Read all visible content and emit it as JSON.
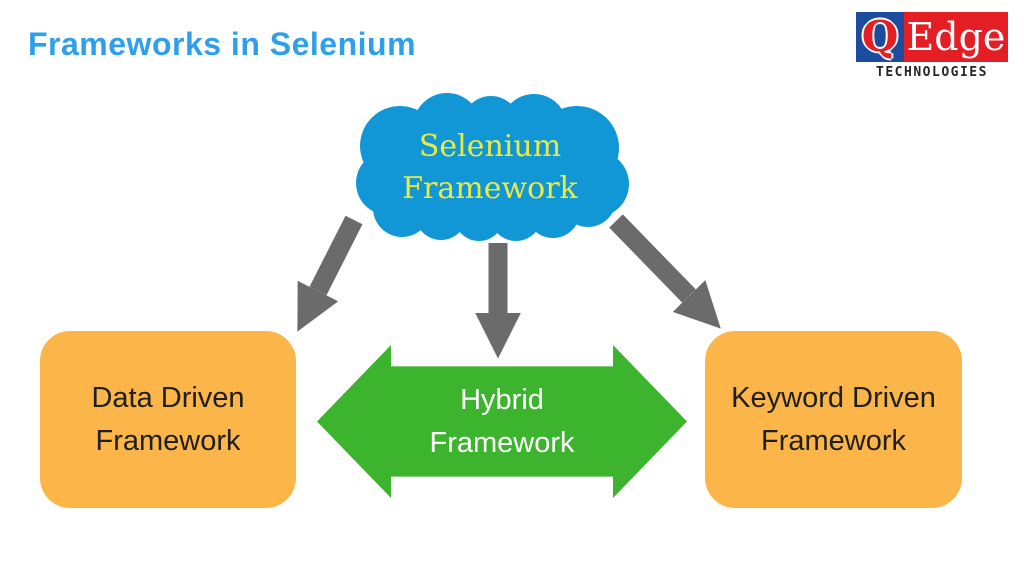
{
  "title": "Frameworks in Selenium",
  "logo": {
    "q": "Q",
    "brand": "Edge",
    "tagline": "TECHNOLOGIES"
  },
  "diagram": {
    "cloud": {
      "line1": "Selenium",
      "line2": "Framework"
    },
    "boxes": [
      {
        "id": "data-driven",
        "line1": "Data Driven",
        "line2": "Framework"
      },
      {
        "id": "hybrid",
        "line1": "Hybrid",
        "line2": "Framework"
      },
      {
        "id": "keyword-driven",
        "line1": "Keyword Driven",
        "line2": "Framework"
      }
    ]
  },
  "colors": {
    "title_blue": "#2e9fe8",
    "cloud_blue": "#1297d6",
    "cloud_text_yellow": "#ede93f",
    "arrow_gray": "#6b6b6b",
    "box_orange": "#fbb549",
    "hybrid_green": "#3db42d",
    "box_text": "#1f1f1f",
    "logo_blue": "#1d4b9e",
    "logo_red": "#e31e25",
    "logo_tagline_dark": "#262626"
  }
}
